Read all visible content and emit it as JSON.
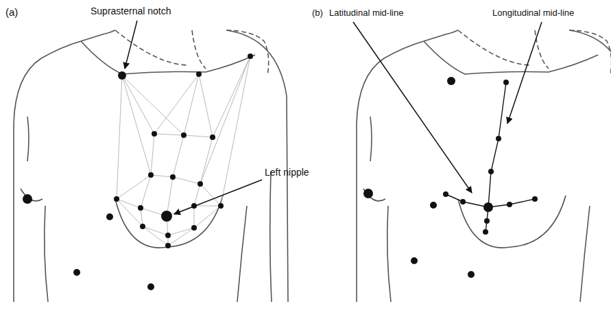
{
  "diagram": {
    "labels": [
      "(a)",
      "Suprasternal notch",
      "Left nipple",
      "(b)",
      "Latitudinal mid-line",
      "Longitudinal mid-line"
    ]
  }
}
